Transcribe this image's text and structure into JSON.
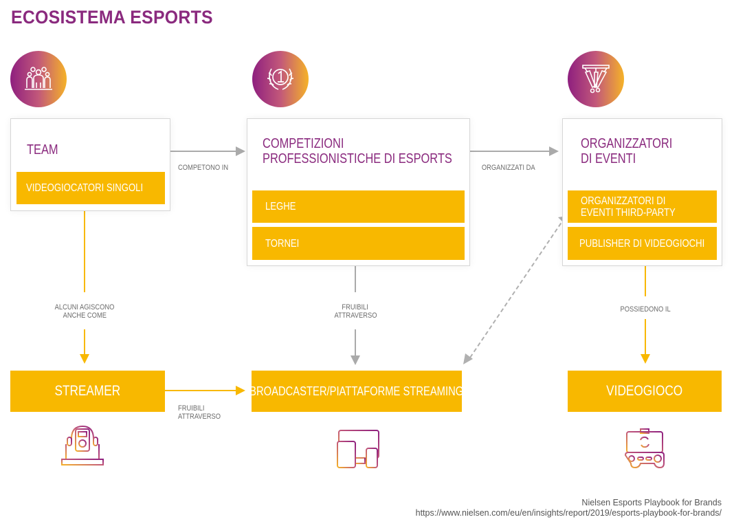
{
  "title": "ECOSISTEMA ESPORTS",
  "colors": {
    "purple": "#8a2a7e",
    "yellow": "#f8b800",
    "gray_arrow": "#aaaaaa",
    "label_gray": "#6b6b6b"
  },
  "nodes": {
    "team": {
      "icon": "team-people-icon",
      "title": "TEAM",
      "items": [
        "VIDEOGIOCATORI SINGOLI"
      ]
    },
    "competitions": {
      "icon": "laurel-number-one-icon",
      "title_lines": [
        "COMPETIZIONI",
        "PROFESSIONISTICHE DI ESPORTS"
      ],
      "items": [
        "LEGHE",
        "TORNEI"
      ]
    },
    "organizers": {
      "icon": "stage-spotlights-icon",
      "title_lines": [
        "ORGANIZZATORI",
        "DI EVENTI"
      ],
      "items": [
        {
          "lines": [
            "ORGANIZZATORI DI",
            "EVENTI THIRD-PARTY"
          ]
        },
        {
          "lines": [
            "PUBLISHER DI VIDEOGIOCHI"
          ]
        }
      ]
    },
    "streamer": {
      "label": "STREAMER",
      "icon": "streamer-laptop-headphones-icon"
    },
    "broadcaster": {
      "label": "BROADCASTER/PIATTAFORME STREAMING",
      "icon": "multi-device-screens-icon"
    },
    "videogame": {
      "label": "VIDEOGIOCO",
      "icon": "handheld-game-console-icon"
    }
  },
  "edges": {
    "team_to_competitions": "COMPETONO IN",
    "competitions_to_organizers": "ORGANIZZATI DA",
    "team_to_streamer": [
      "ALCUNI AGISCONO",
      "ANCHE COME"
    ],
    "competitions_to_broadcaster": [
      "FRUIBILI",
      "ATTRAVERSO"
    ],
    "streamer_to_broadcaster": [
      "FRUIBILI",
      "ATTRAVERSO"
    ],
    "organizers_to_videogame": "POSSIEDONO IL",
    "broadcaster_organizers": "bidirectional-dashed"
  },
  "credit": {
    "line1": "Nielsen Esports Playbook for Brands",
    "line2": "https://www.nielsen.com/eu/en/insights/report/2019/esports-playbook-for-brands/"
  }
}
